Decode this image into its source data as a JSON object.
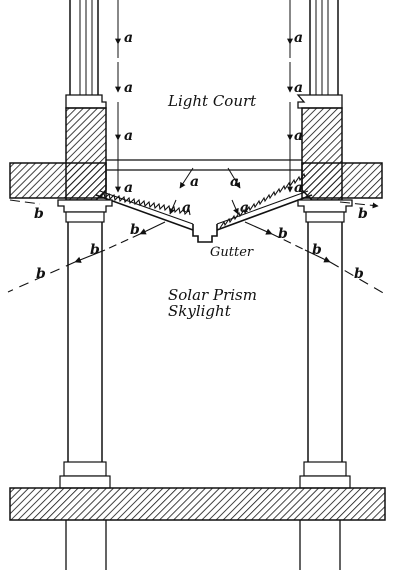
{
  "labels": {
    "light_court": "Light Court",
    "gutter": "Gutter",
    "solar_prism_line1": "Solar Prism",
    "solar_prism_line2": "Skylight"
  },
  "rays": {
    "incoming": "a",
    "outgoing": "b"
  }
}
